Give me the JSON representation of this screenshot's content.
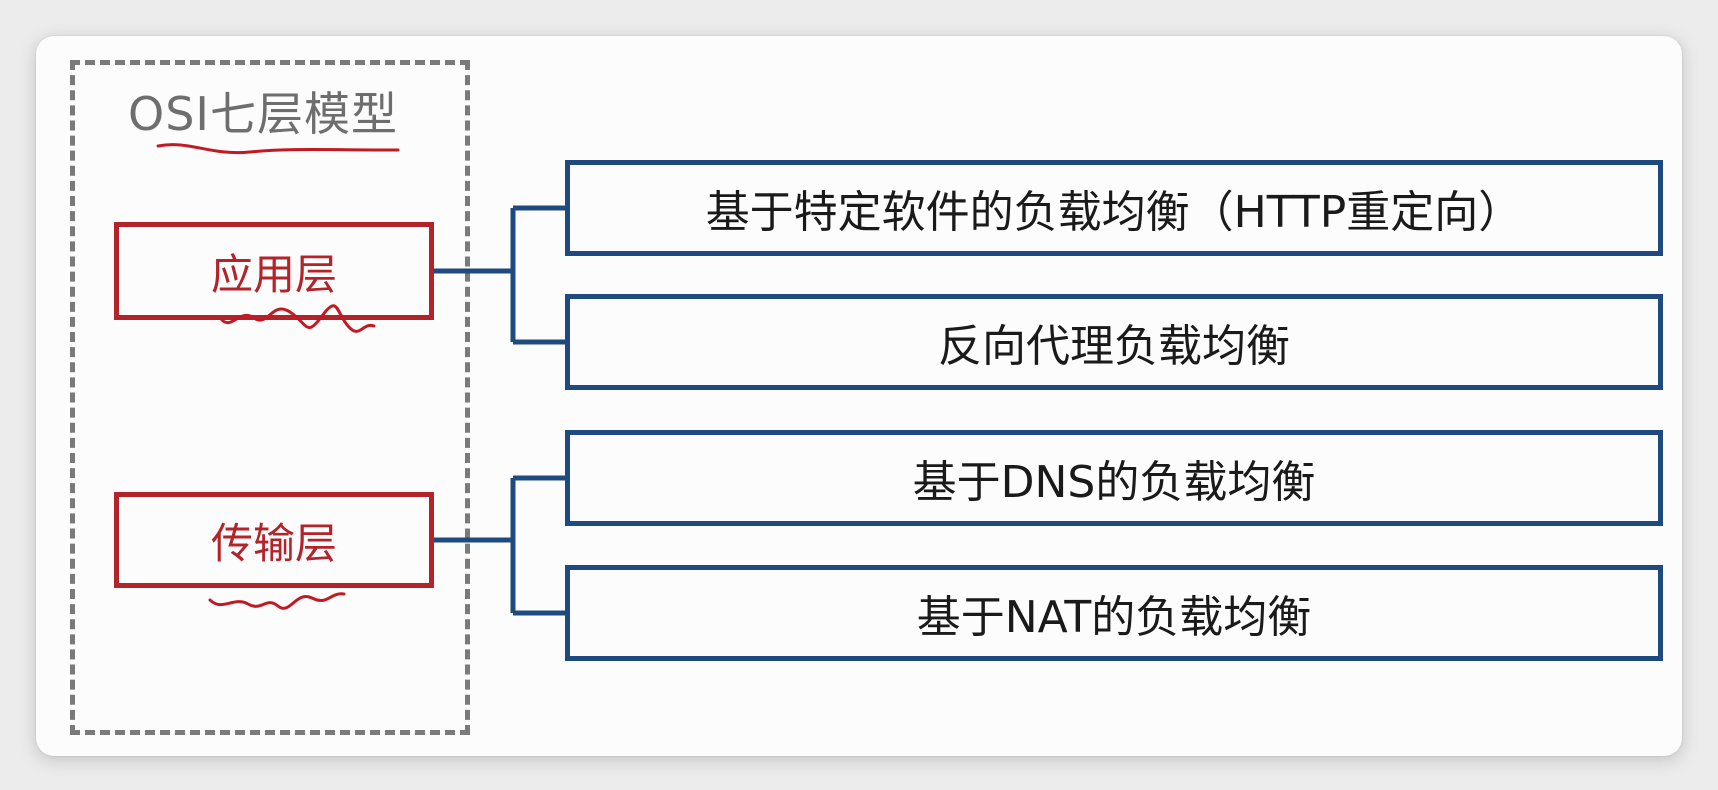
{
  "diagram": {
    "title": "OSI七层模型",
    "layers": [
      {
        "label": "应用层",
        "methods": [
          "基于特定软件的负载均衡（HTTP重定向）",
          "反向代理负载均衡"
        ]
      },
      {
        "label": "传输层",
        "methods": [
          "基于DNS的负载均衡",
          "基于NAT的负载均衡"
        ]
      }
    ]
  },
  "colors": {
    "layer_border": "#b3232a",
    "method_border": "#1f4a80",
    "frame_border": "#7a7a7a",
    "annotation_ink": "#c11a23"
  }
}
